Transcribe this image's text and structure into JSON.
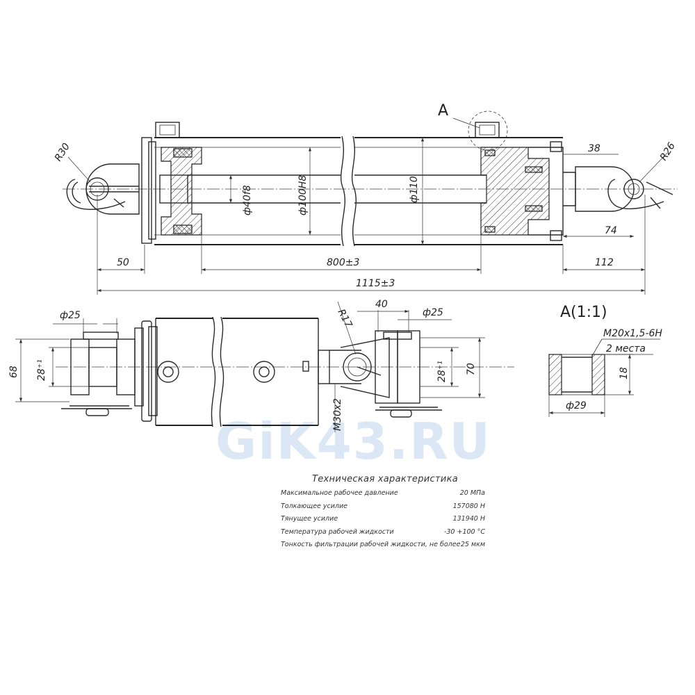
{
  "drawing": {
    "view_label": "А",
    "detail_label": "А(1:1)",
    "thread_note": "М20х1,5-6Н",
    "places_note": "2 места",
    "watermark": "GiK43.RU"
  },
  "dimensions": {
    "r30": "R30",
    "r26": "R26",
    "d40": "ф40f8",
    "d100": "ф100H8",
    "d110": "ф110",
    "d38": "38",
    "d74": "74",
    "d50": "50",
    "d800": "800±3",
    "d112": "112",
    "d1115": "1115±3",
    "d25a": "ф25",
    "d25b": "ф25",
    "d68": "68",
    "d28a": "28⁺¹",
    "d28b": "28⁺¹",
    "d70": "70",
    "d40b": "40",
    "r17": "R17",
    "m30": "М30х2",
    "d18": "18",
    "d29": "ф29"
  },
  "specs": {
    "title": "Техническая характеристика",
    "rows": [
      {
        "label": "Максимальное рабочее давление",
        "value": "20 МПа"
      },
      {
        "label": "Толкающее усилие",
        "value": "157080 Н"
      },
      {
        "label": "Тянущее усилие",
        "value": "131940 Н"
      },
      {
        "label": "Температура рабочей жидкости",
        "value": "-30  +100 °С"
      },
      {
        "label": "Тонкость фильтрации рабочей жидкости, не более",
        "value": "25 мкм"
      }
    ]
  }
}
